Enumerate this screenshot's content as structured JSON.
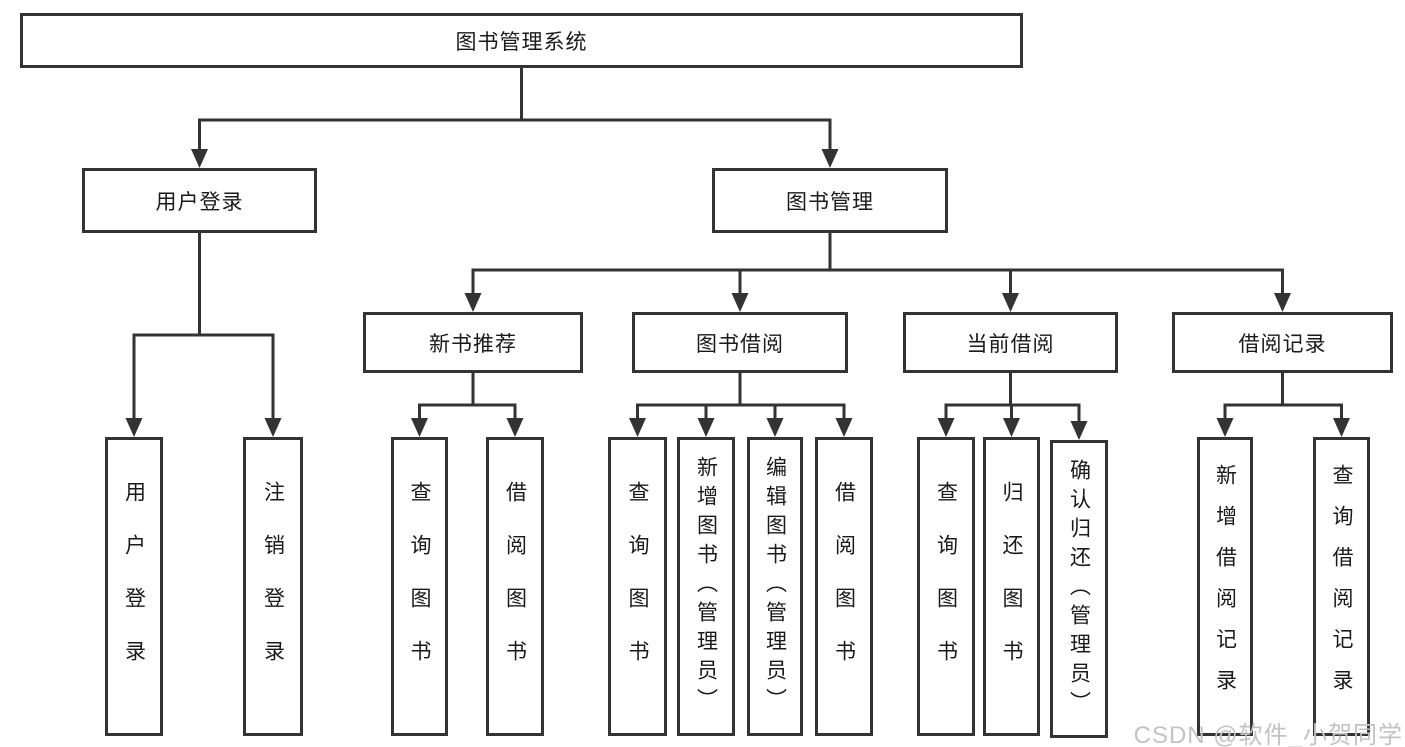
{
  "diagram": {
    "root": {
      "label": "图书管理系统"
    },
    "level2": [
      {
        "label": "用户登录",
        "children": [
          {
            "label": "用户登录"
          },
          {
            "label": "注销登录"
          }
        ]
      },
      {
        "label": "图书管理",
        "children": [
          {
            "label": "新书推荐",
            "children": [
              {
                "label": "查询图书"
              },
              {
                "label": "借阅图书"
              }
            ]
          },
          {
            "label": "图书借阅",
            "children": [
              {
                "label": "查询图书"
              },
              {
                "label": "新增图书（管理员）"
              },
              {
                "label": "编辑图书（管理员）"
              },
              {
                "label": "借阅图书"
              }
            ]
          },
          {
            "label": "当前借阅",
            "children": [
              {
                "label": "查询图书"
              },
              {
                "label": "归还图书"
              },
              {
                "label": "确认归还（管理员）"
              }
            ]
          },
          {
            "label": "借阅记录",
            "children": [
              {
                "label": "新增借阅记录"
              },
              {
                "label": "查询借阅记录"
              }
            ]
          }
        ]
      }
    ]
  },
  "watermark": {
    "text": "CSDN @软件_小贺同学"
  },
  "colors": {
    "line": "#333333",
    "border": "#333333",
    "background": "#ffffff",
    "text": "#1a1a1a",
    "watermark": "#c3c3c3"
  }
}
